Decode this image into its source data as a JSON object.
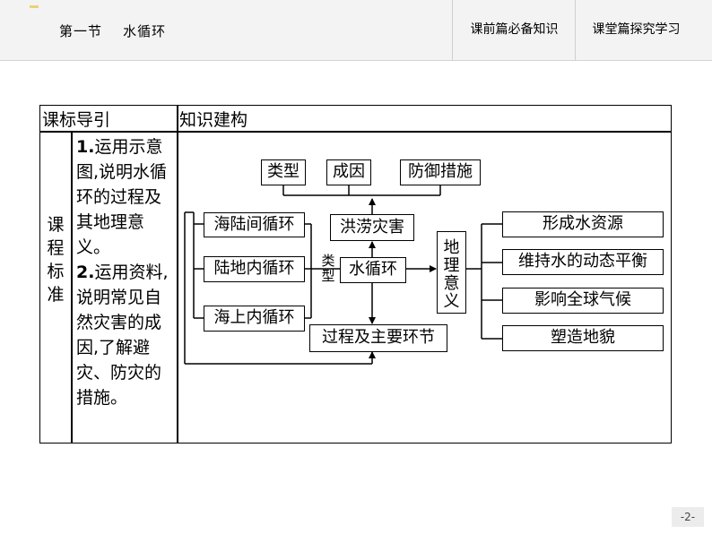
{
  "header": {
    "section_title": "第一节    水循环",
    "tabs": [
      {
        "label": "课前篇必备知识"
      },
      {
        "label": "课堂篇探究学习"
      }
    ]
  },
  "table": {
    "col_guide_label": "课标导引",
    "col_build_label": "知识建构",
    "standards_label": "课程标准",
    "standards": [
      {
        "num": "1.",
        "text": "运用示意图,说明水循环的过程及其地理意义。"
      },
      {
        "num": "2.",
        "text": "运用资料,说明常见自然灾害的成因,了解避灾、防灾的措施。"
      }
    ]
  },
  "diagram": {
    "top_nodes": [
      "类型",
      "成因",
      "防御措施"
    ],
    "flood": "洪涝灾害",
    "center": "水循环",
    "types_label": "类型",
    "types": [
      "海陆间循环",
      "陆地内循环",
      "海上内循环"
    ],
    "process": "过程及主要环节",
    "significance_label": "地理意义",
    "significance": [
      "形成水资源",
      "维持水的动态平衡",
      "影响全球气候",
      "塑造地貌"
    ]
  },
  "page_number": "-2-"
}
